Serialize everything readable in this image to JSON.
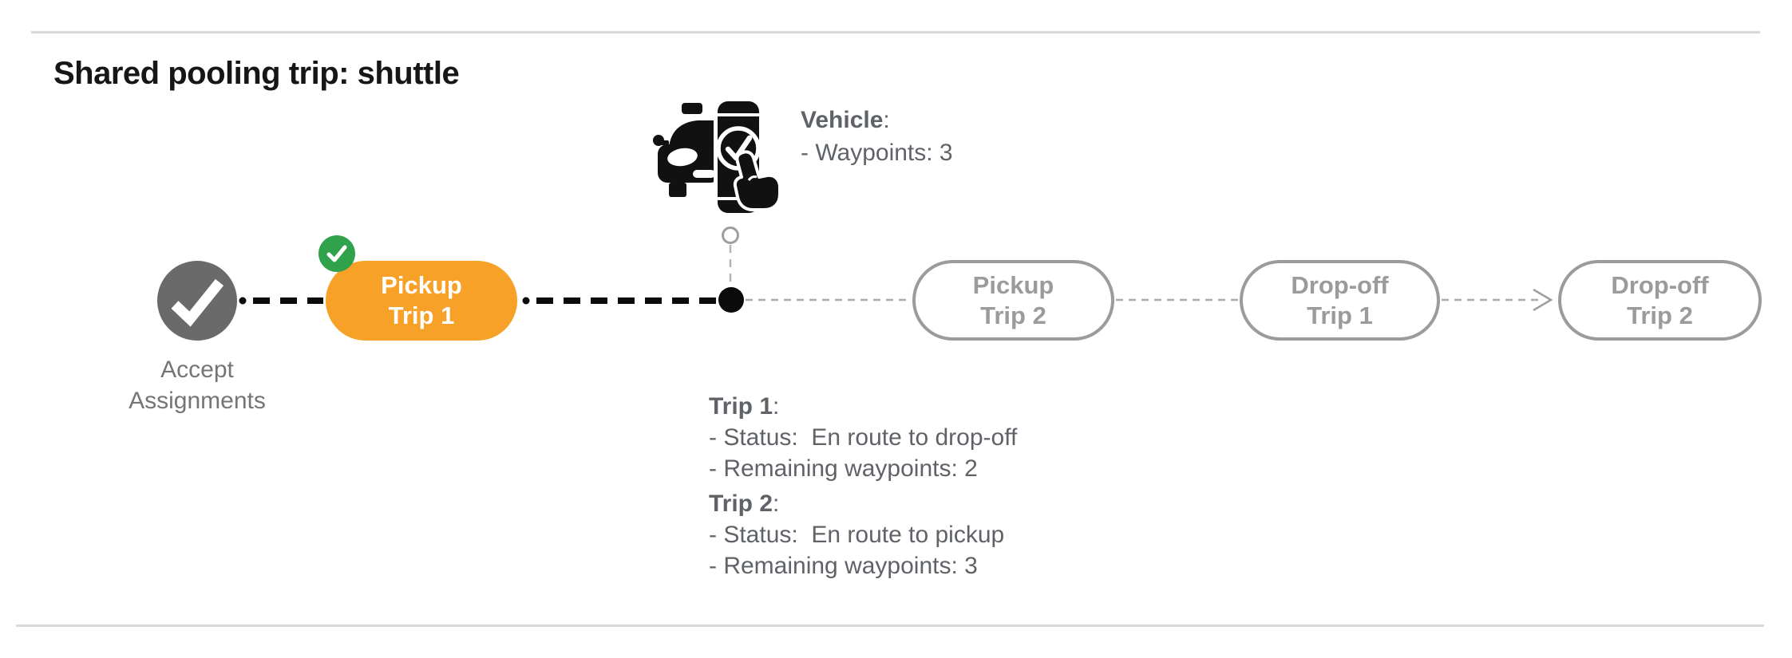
{
  "page": {
    "title": "Shared pooling trip: shuttle"
  },
  "vehicle_info": {
    "heading": "Vehicle",
    "colon": ":",
    "waypoints_line": "- Waypoints: 3"
  },
  "timeline": {
    "nodes": [
      {
        "id": "accept-assignments",
        "label_line1": "Accept",
        "label_line2": "Assignments",
        "status": "completed"
      },
      {
        "id": "pickup-trip-1",
        "label_line1": "Pickup",
        "label_line2": "Trip 1",
        "status": "completed-current"
      },
      {
        "id": "pickup-trip-2",
        "label_line1": "Pickup",
        "label_line2": "Trip 2",
        "status": "upcoming"
      },
      {
        "id": "drop-off-trip-1",
        "label_line1": "Drop-off",
        "label_line2": "Trip 1",
        "status": "upcoming"
      },
      {
        "id": "drop-off-trip-2",
        "label_line1": "Drop-off",
        "label_line2": "Trip 2",
        "status": "upcoming"
      }
    ]
  },
  "trip_status": {
    "colon": ":",
    "trip1": {
      "heading": "Trip 1",
      "status_line": "- Status:  En route to drop-off",
      "waypoints_line": "- Remaining waypoints: 2"
    },
    "trip2": {
      "heading": "Trip 2",
      "status_line": "- Status:  En route to pickup",
      "waypoints_line": "- Remaining waypoints: 3"
    }
  },
  "colors": {
    "orange": "#F7A128",
    "green": "#31A24C",
    "node-gray": "#6A6A6A",
    "label-gray": "#757575",
    "ghost-gray": "#9B9B9B",
    "text-gray": "#5F6368",
    "line-black": "#0B0B0B",
    "rule-gray": "#D9D9D9",
    "title-black": "#161616"
  }
}
